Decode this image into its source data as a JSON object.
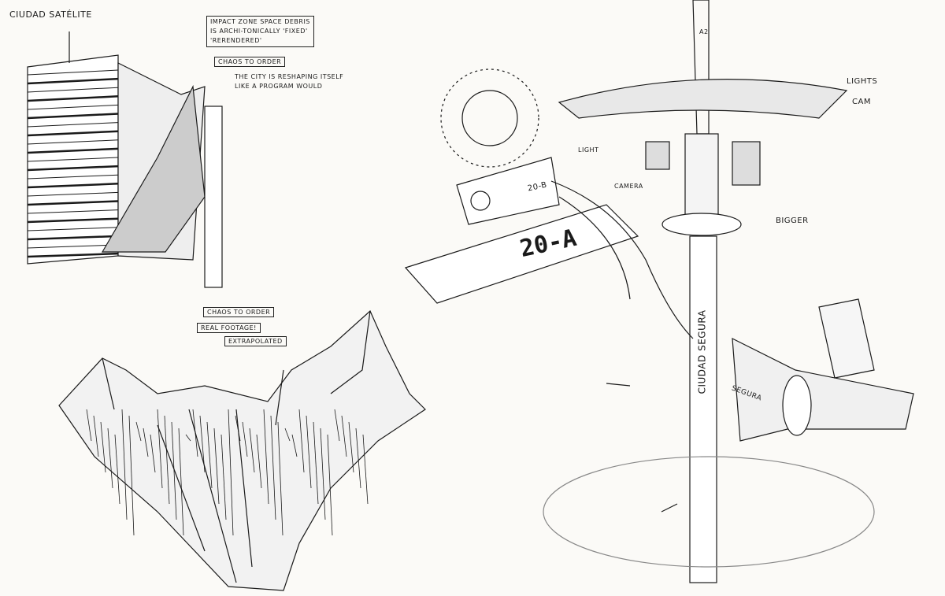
{
  "title": "Ciudad Satélite",
  "annotations": {
    "impact": [
      "Impact zone space debris",
      "is archi-tonically 'fixed'",
      "'rerendered'"
    ],
    "chaos_top": "Chaos to order",
    "reshaping": [
      "The city is reshaping itself",
      "like a program would"
    ],
    "chaos_bottom": "Chaos to order",
    "real_footage": "Real footage!",
    "extrapolated": "Extrapolated",
    "lights": "Lights",
    "cam": "Cam",
    "light": "Light",
    "camera": "Camera",
    "bigger": "Bigger"
  },
  "signage": {
    "sign_number": "20-A",
    "camera_tag": "20-B",
    "pole_text": "Ciudad Segura",
    "housing_text": "Segura",
    "top_tag": "A2"
  }
}
